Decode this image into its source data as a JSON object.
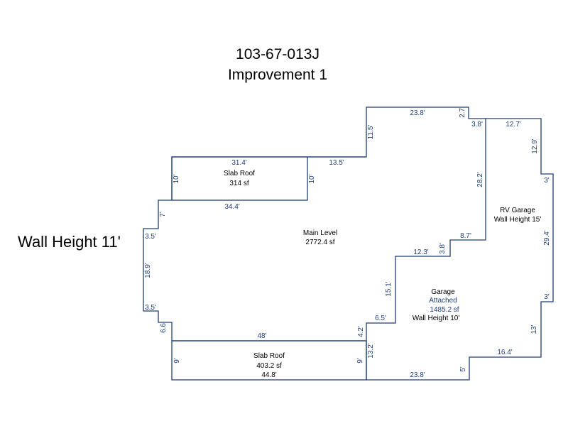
{
  "header": {
    "parcel_id": "103-67-013J",
    "improvement": "Improvement 1"
  },
  "side_label": "Wall Height 11'",
  "colors": {
    "outline": "#1f3f7a",
    "text": "#000000"
  },
  "areas": {
    "slab_roof_top": {
      "name": "Slab Roof",
      "size": "314 sf"
    },
    "main_level": {
      "name": "Main Level",
      "size": "2772.4 sf"
    },
    "rv_garage": {
      "name": "RV Garage",
      "wall_height": "Wall Height 15'"
    },
    "garage": {
      "name": "Garage",
      "type": "Attached",
      "size": "1485.2 sf",
      "wall_height": "Wall Height 10'"
    },
    "slab_roof_bottom": {
      "name": "Slab Roof",
      "size": "403.2 sf",
      "width": "44.8'"
    }
  },
  "dimensions": {
    "d_23_8_top": "23.8'",
    "d_2_7": "2.7'",
    "d_3_8": "3.8'",
    "d_12_7": "12.7'",
    "d_11_5": "11.5'",
    "d_12_9": "12.9'",
    "d_31_4": "31.4'",
    "d_13_5": "13.5'",
    "d_10_left": "10'",
    "d_10_right": "10'",
    "d_28_2": "28.2'",
    "d_3_rv_top": "3'",
    "d_34_4": "34.4'",
    "d_7": "7'",
    "d_3_5_top": "3.5'",
    "d_8_7": "8.7'",
    "d_29_4": "29.4'",
    "d_12_3": "12.3'",
    "d_3_8_mid": "3.8'",
    "d_18_9": "18.9'",
    "d_15_1": "15.1'",
    "d_3_rv_bottom": "3'",
    "d_3_5_bottom": "3.5'",
    "d_6_5": "6.5'",
    "d_6_6": "6.6'",
    "d_13": "13'",
    "d_48": "48'",
    "d_4_2": "4.2'",
    "d_16_4": "16.4'",
    "d_13_2": "13.2'",
    "d_9_left": "9'",
    "d_9_right": "9'",
    "d_5": "5'",
    "d_23_8_bottom": "23.8'"
  }
}
